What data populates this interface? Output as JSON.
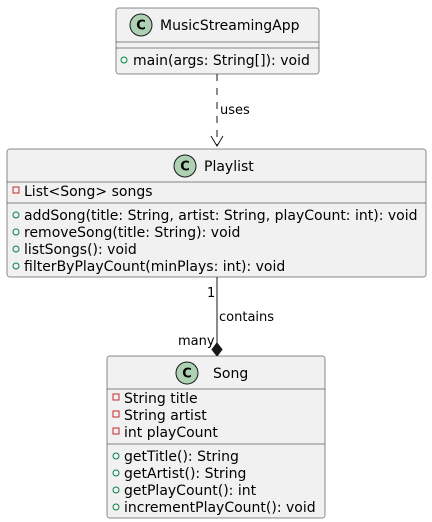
{
  "classes": {
    "app": {
      "name": "MusicStreamingApp",
      "stereotype": "C",
      "methods": [
        "main(args: String[]): void"
      ]
    },
    "playlist": {
      "name": "Playlist",
      "stereotype": "C",
      "attributes": [
        "List<Song> songs"
      ],
      "methods": [
        "addSong(title: String, artist: String, playCount: int): void",
        "removeSong(title: String): void",
        "listSongs(): void",
        "filterByPlayCount(minPlays: int): void"
      ]
    },
    "song": {
      "name": "Song",
      "stereotype": "C",
      "attributes": [
        "String title",
        "String artist",
        "int playCount"
      ],
      "methods": [
        "getTitle(): String",
        "getArtist(): String",
        "getPlayCount(): int",
        "incrementPlayCount(): void"
      ]
    }
  },
  "relations": {
    "uses": {
      "label": "uses",
      "style": "dashed"
    },
    "contains": {
      "label": "contains",
      "source_multiplicity": "1",
      "target_multiplicity": "many",
      "style": "composition"
    }
  },
  "colors": {
    "box_fill": "#f1f1f1",
    "box_stroke": "#181818",
    "stereotype_circle": "#add1b2",
    "public_marker": "#038048",
    "private_marker": "#C82930"
  }
}
